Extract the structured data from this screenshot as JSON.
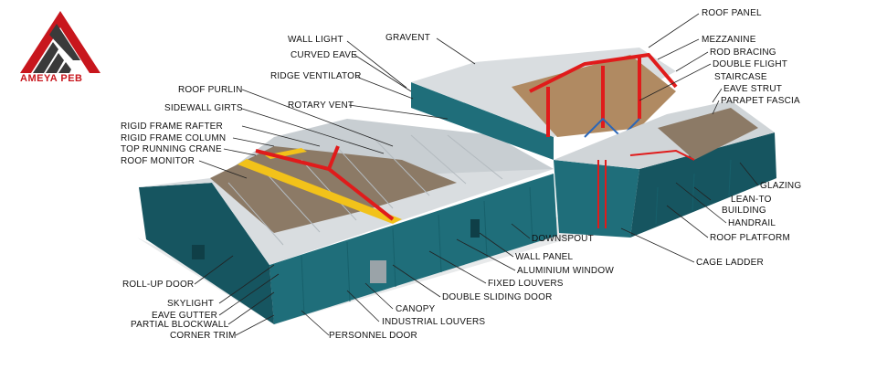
{
  "brand": {
    "name": "AMEYA PEB",
    "logo_color": "#c8161d",
    "logo_dark": "#3a3a3a"
  },
  "colors": {
    "wall": "#1f6e7a",
    "wall_dark": "#165560",
    "roof": "#d9dde0",
    "frame": "#e01b1b",
    "crane": "#f2c21a"
  },
  "labels": {
    "wall_light": "WALL LIGHT",
    "gravent": "GRAVENT",
    "curved_eave": "CURVED EAVE",
    "ridge_ventilator": "RIDGE VENTILATOR",
    "roof_purlin": "ROOF PURLIN",
    "rotary_vent": "ROTARY VENT",
    "sidewall_girts": "SIDEWALL GIRTS",
    "rigid_frame_rafter": "RIGID FRAME RAFTER",
    "rigid_frame_column": "RIGID FRAME COLUMN",
    "top_running_crane": "TOP RUNNING CRANE",
    "roof_monitor": "ROOF MONITOR",
    "roll_up_door": "ROLL-UP DOOR",
    "skylight": "SKYLIGHT",
    "eave_gutter": "EAVE GUTTER",
    "partial_blockwall": "PARTIAL BLOCKWALL",
    "corner_trim": "CORNER TRIM",
    "personnel_door": "PERSONNEL DOOR",
    "industrial_louvers": "INDUSTRIAL LOUVERS",
    "canopy": "CANOPY",
    "double_sliding_door": "DOUBLE SLIDING DOOR",
    "fixed_louvers": "FIXED LOUVERS",
    "aluminium_window": "ALUMINIUM WINDOW",
    "wall_panel": "WALL PANEL",
    "downspout": "DOWNSPOUT",
    "roof_panel": "ROOF PANEL",
    "mezzanine": "MEZZANINE",
    "rod_bracing": "ROD BRACING",
    "double_flight": "DOUBLE FLIGHT",
    "staircase": "STAIRCASE",
    "eave_strut": "EAVE STRUT",
    "parapet_fascia": "PARAPET FASCIA",
    "glazing": "GLAZING",
    "lean_to": "LEAN-TO",
    "building": "BUILDING",
    "handrail": "HANDRAIL",
    "roof_platform": "ROOF PLATFORM",
    "cage_ladder": "CAGE LADDER"
  }
}
